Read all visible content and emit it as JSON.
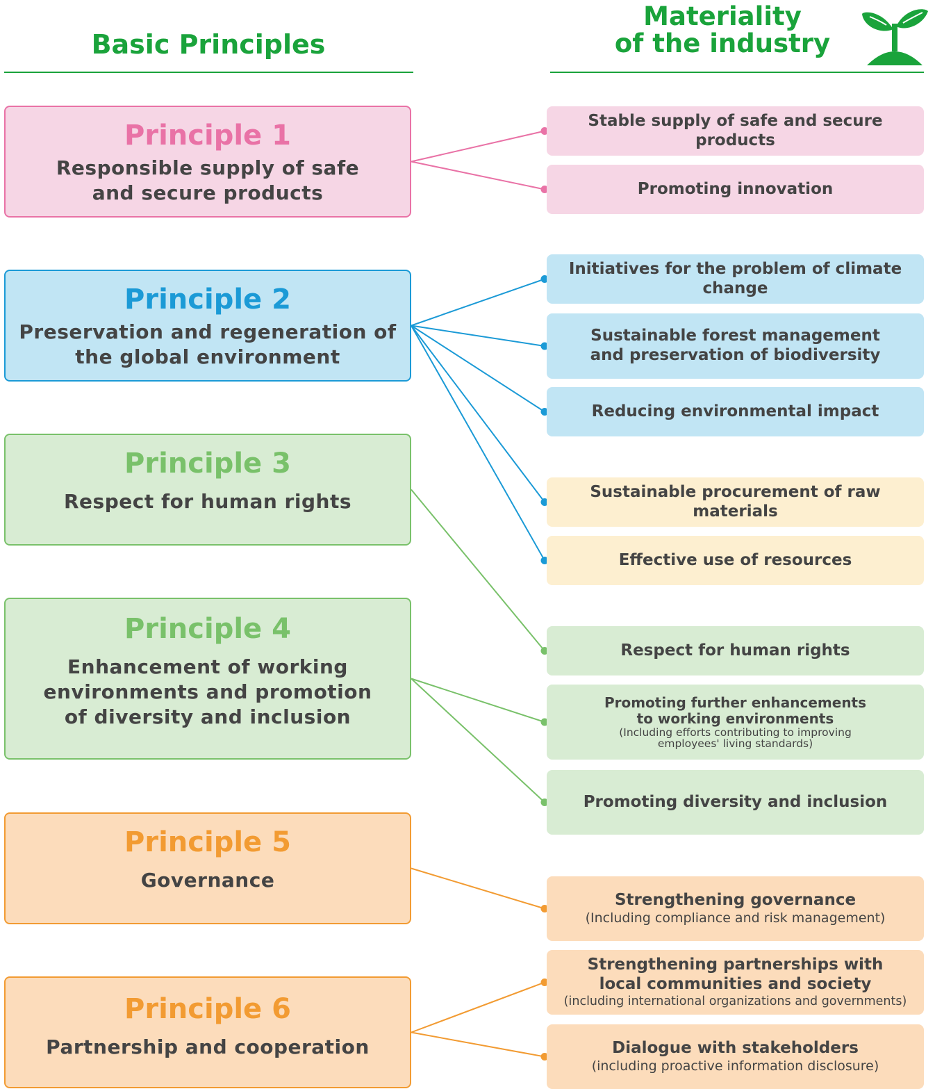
{
  "header": {
    "left_title": "Basic Principles",
    "right_title_line1": "Materiality",
    "right_title_line2": "of the industry",
    "sprout_icon": "sprout-icon",
    "accent_color": "#1aa33b"
  },
  "principles": [
    {
      "number": "Principle 1",
      "line1": "Responsible supply of safe",
      "line2": "and secure products",
      "line3": "",
      "color": "#e972a6",
      "fill": "#f6d6e5"
    },
    {
      "number": "Principle 2",
      "line1": "Preservation and regeneration of",
      "line2": "the global environment",
      "line3": "",
      "color": "#1b9ad6",
      "fill": "#c1e5f4"
    },
    {
      "number": "Principle 3",
      "line1": "Respect for human rights",
      "line2": "",
      "line3": "",
      "color": "#79c16a",
      "fill": "#d8ecd3"
    },
    {
      "number": "Principle 4",
      "line1": "Enhancement of working",
      "line2": "environments and promotion",
      "line3": "of diversity and inclusion",
      "color": "#79c16a",
      "fill": "#d8ecd3"
    },
    {
      "number": "Principle 5",
      "line1": "Governance",
      "line2": "",
      "line3": "",
      "color": "#f29b32",
      "fill": "#fcdcbb"
    },
    {
      "number": "Principle 6",
      "line1": "Partnership and cooperation",
      "line2": "",
      "line3": "",
      "color": "#f29b32",
      "fill": "#fcdcbb"
    }
  ],
  "materiality": [
    {
      "title1": "Stable supply of safe and secure products",
      "title2": "",
      "sub1": "",
      "sub2": ""
    },
    {
      "title1": "Promoting innovation",
      "title2": "",
      "sub1": "",
      "sub2": ""
    },
    {
      "title1": "Initiatives for the problem of climate change",
      "title2": "",
      "sub1": "",
      "sub2": ""
    },
    {
      "title1": "Sustainable forest management",
      "title2": "and preservation of biodiversity",
      "sub1": "",
      "sub2": ""
    },
    {
      "title1": "Reducing environmental impact",
      "title2": "",
      "sub1": "",
      "sub2": ""
    },
    {
      "title1": "Sustainable procurement of raw materials",
      "title2": "",
      "sub1": "",
      "sub2": ""
    },
    {
      "title1": "Effective use of resources",
      "title2": "",
      "sub1": "",
      "sub2": ""
    },
    {
      "title1": "Respect for human rights",
      "title2": "",
      "sub1": "",
      "sub2": ""
    },
    {
      "title1": "Promoting further enhancements",
      "title2": "to working environments",
      "sub1": "(Including efforts contributing to improving",
      "sub2": "employees' living standards)"
    },
    {
      "title1": "Promoting diversity and inclusion",
      "title2": "",
      "sub1": "",
      "sub2": ""
    },
    {
      "title1": "Strengthening governance",
      "title2": "",
      "sub1": "(Including compliance and risk management)",
      "sub2": ""
    },
    {
      "title1": "Strengthening partnerships with",
      "title2": "local communities and society",
      "sub1": "(including international organizations and governments)",
      "sub2": ""
    },
    {
      "title1": "Dialogue with stakeholders",
      "title2": "",
      "sub1": "(including proactive information disclosure)",
      "sub2": ""
    }
  ],
  "links": [
    {
      "principle": 1,
      "materiality": 1,
      "color": "#e972a6"
    },
    {
      "principle": 1,
      "materiality": 2,
      "color": "#e972a6"
    },
    {
      "principle": 2,
      "materiality": 3,
      "color": "#1b9ad6"
    },
    {
      "principle": 2,
      "materiality": 4,
      "color": "#1b9ad6"
    },
    {
      "principle": 2,
      "materiality": 5,
      "color": "#1b9ad6"
    },
    {
      "principle": 2,
      "materiality": 6,
      "color": "#1b9ad6"
    },
    {
      "principle": 2,
      "materiality": 7,
      "color": "#1b9ad6"
    },
    {
      "principle": 3,
      "materiality": 8,
      "color": "#79c16a"
    },
    {
      "principle": 4,
      "materiality": 9,
      "color": "#79c16a"
    },
    {
      "principle": 4,
      "materiality": 10,
      "color": "#79c16a"
    },
    {
      "principle": 5,
      "materiality": 11,
      "color": "#f29b32"
    },
    {
      "principle": 6,
      "materiality": 12,
      "color": "#f29b32"
    },
    {
      "principle": 6,
      "materiality": 13,
      "color": "#f29b32"
    }
  ]
}
